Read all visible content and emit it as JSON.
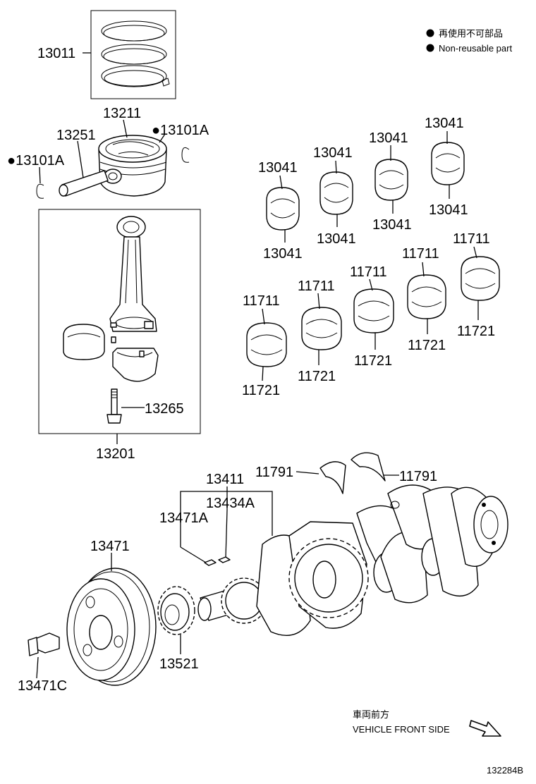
{
  "legend": {
    "jp_text": "再使用不可部品",
    "en_text": "Non-reusable part",
    "symbol_icon": "black-dot-icon"
  },
  "part_numbers": {
    "piston_ring_set": "13011",
    "piston": "13211",
    "piston_pin": "13251",
    "snap_ring_right": "●13101A",
    "snap_ring_left": "●13101A",
    "connecting_rod_assy": "13201",
    "connecting_rod_bolt": "13265",
    "rod_bearing": [
      "13041",
      "13041",
      "13041",
      "13041",
      "13041",
      "13041",
      "13041",
      "13041"
    ],
    "upper_main_bearing": [
      "11711",
      "11711",
      "11711",
      "11711",
      "11711"
    ],
    "lower_main_bearing": [
      "11721",
      "11721",
      "11721",
      "11721",
      "11721"
    ],
    "thrust_washer_left": "11791",
    "thrust_washer_right": "11791",
    "crankshaft_key_group": "13411",
    "key_a": "13434A",
    "key_b": "13471A",
    "crank_pulley": "13471",
    "pulley_bolt": "13471C",
    "timing_sprocket": "13521"
  },
  "direction": {
    "jp_label": "車両前方",
    "en_label": "VEHICLE FRONT SIDE",
    "arrow_icon": "front-direction-arrow-icon"
  },
  "illustration_id": "132284B"
}
